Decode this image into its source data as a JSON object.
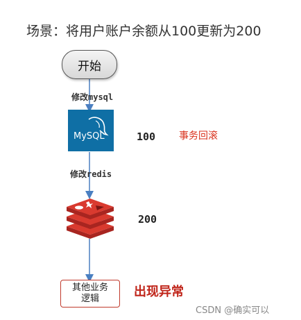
{
  "title": "场景：将用户账户余额从100更新为200",
  "flow": {
    "start_label": "开始",
    "step1_label": "修改mysql",
    "mysql_logo_text": "MySQL",
    "mysql_value": "100",
    "rollback_label": "事务回滚",
    "step2_label": "修改redis",
    "redis_value": "200",
    "end_label_line1": "其他业务",
    "end_label_line2": "逻辑",
    "exception_label": "出现异常"
  },
  "watermark": "CSDN @确实可以",
  "colors": {
    "arrow": "#4a7fc1",
    "mysql_bg": "#0f6fa5",
    "redis_red": "#c9302c",
    "rollback_text": "#d9321d",
    "exception_text": "#c0251a"
  }
}
